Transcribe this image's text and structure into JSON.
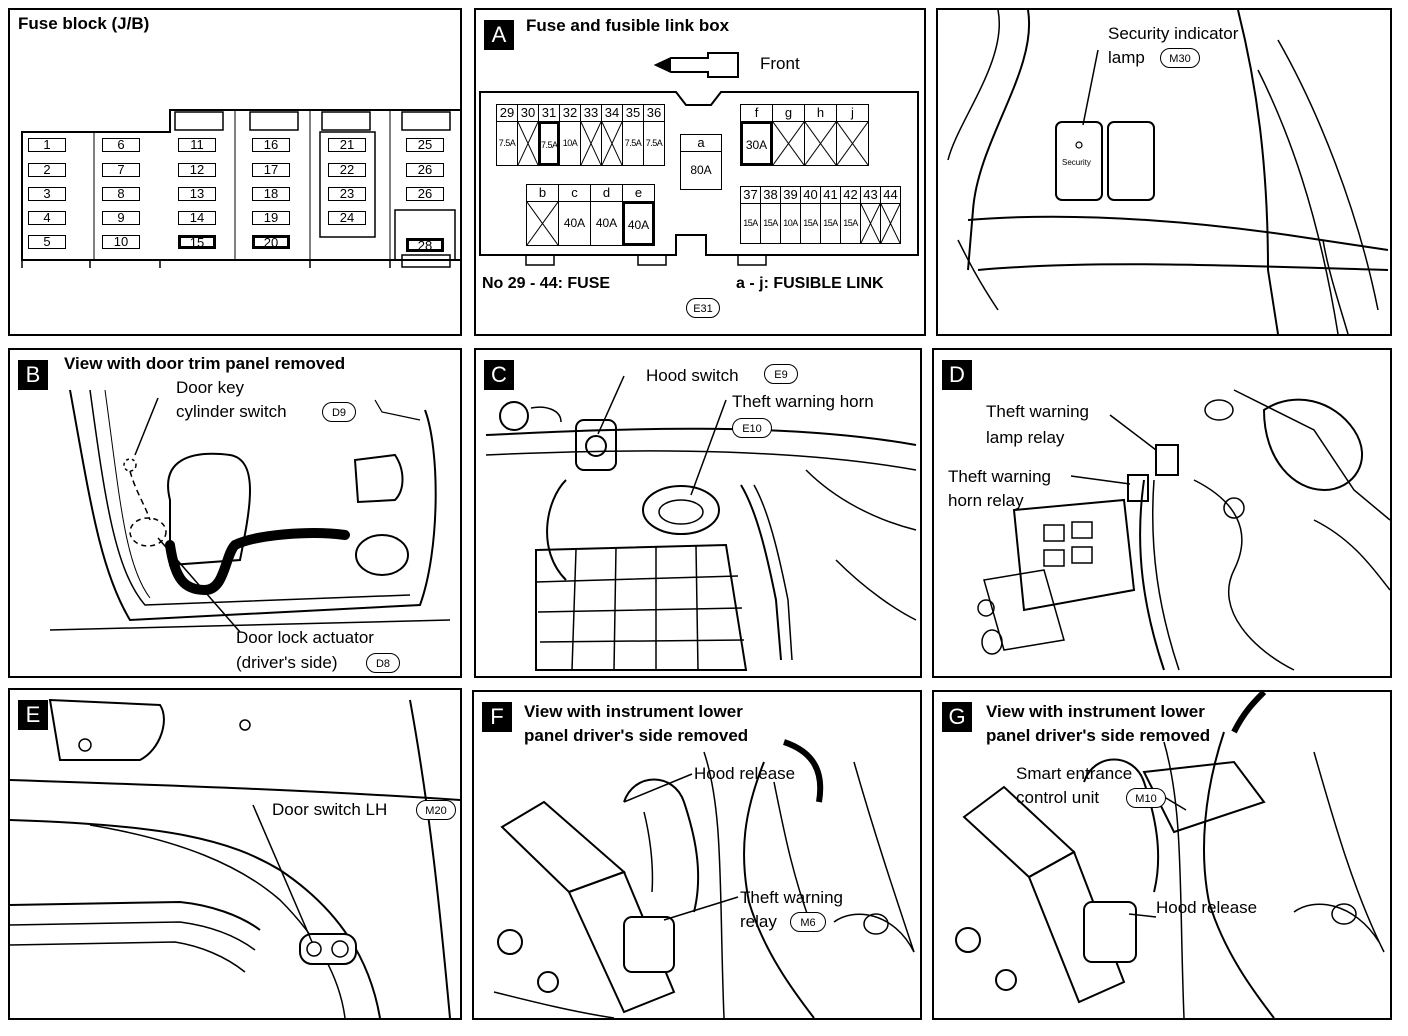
{
  "fuse_block": {
    "title": "Fuse block (J/B)",
    "fuses": [
      "1",
      "2",
      "3",
      "4",
      "5",
      "6",
      "7",
      "8",
      "9",
      "10",
      "11",
      "12",
      "13",
      "14",
      "15",
      "16",
      "17",
      "18",
      "19",
      "20",
      "21",
      "22",
      "23",
      "24",
      "25",
      "26",
      "26",
      "28"
    ]
  },
  "panel_a": {
    "letter": "A",
    "title": "Fuse and fusible link box",
    "front": "Front",
    "top_fuses": [
      {
        "n": "29",
        "a": "7.5A"
      },
      {
        "n": "30",
        "a": ""
      },
      {
        "n": "31",
        "a": "7.5A"
      },
      {
        "n": "32",
        "a": "10A"
      },
      {
        "n": "33",
        "a": ""
      },
      {
        "n": "34",
        "a": ""
      },
      {
        "n": "35",
        "a": "7.5A"
      },
      {
        "n": "36",
        "a": "7.5A"
      }
    ],
    "link_a": {
      "n": "a",
      "a": "80A"
    },
    "links_fj": [
      {
        "n": "f",
        "a": "30A"
      },
      {
        "n": "g",
        "a": ""
      },
      {
        "n": "h",
        "a": ""
      },
      {
        "n": "j",
        "a": ""
      }
    ],
    "links_be": [
      {
        "n": "b",
        "a": ""
      },
      {
        "n": "c",
        "a": "40A"
      },
      {
        "n": "d",
        "a": "40A"
      },
      {
        "n": "e",
        "a": "40A"
      }
    ],
    "bottom_fuses": [
      {
        "n": "37",
        "a": "15A"
      },
      {
        "n": "38",
        "a": "15A"
      },
      {
        "n": "39",
        "a": "10A"
      },
      {
        "n": "40",
        "a": "15A"
      },
      {
        "n": "41",
        "a": "15A"
      },
      {
        "n": "42",
        "a": "15A"
      },
      {
        "n": "43",
        "a": ""
      },
      {
        "n": "44",
        "a": ""
      }
    ],
    "legend_fuse": "No 29 - 44:  FUSE",
    "legend_link": "a - j:  FUSIBLE LINK",
    "connector": "E31"
  },
  "panel_security": {
    "label1": "Security indicator",
    "label2": "lamp",
    "connector": "M30",
    "button_text": "Security"
  },
  "panel_b": {
    "letter": "B",
    "title": "View with door trim panel removed",
    "label1a": "Door key",
    "label1b": "cylinder switch",
    "conn1": "D9",
    "label2a": "Door lock actuator",
    "label2b": "(driver's side)",
    "conn2": "D8"
  },
  "panel_c": {
    "letter": "C",
    "label1": "Hood switch",
    "conn1": "E9",
    "label2": "Theft warning horn",
    "conn2": "E10"
  },
  "panel_d": {
    "letter": "D",
    "label1a": "Theft warning",
    "label1b": "lamp relay",
    "label2a": "Theft warning",
    "label2b": "horn relay"
  },
  "panel_e": {
    "letter": "E",
    "label": "Door switch LH",
    "conn": "M20"
  },
  "panel_f": {
    "letter": "F",
    "title1": "View with instrument lower",
    "title2": "panel driver's side removed",
    "label1": "Hood release",
    "label2a": "Theft warning",
    "label2b": "relay",
    "conn": "M6"
  },
  "panel_g": {
    "letter": "G",
    "title1": "View with instrument lower",
    "title2": "panel driver's side removed",
    "label1a": "Smart entrance",
    "label1b": "control unit",
    "conn": "M10",
    "label2": "Hood release"
  }
}
